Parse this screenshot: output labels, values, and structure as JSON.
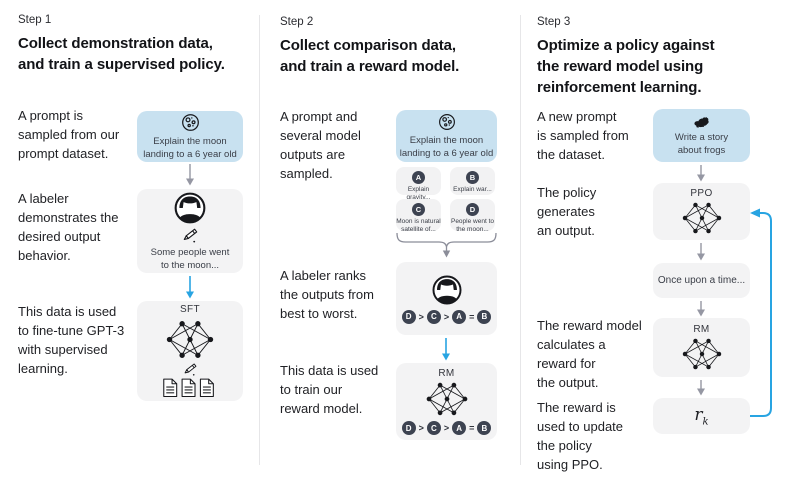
{
  "colors": {
    "prompt_box_bg": "#c8e1f0",
    "panel_bg": "#f3f3f4",
    "badge_bg": "#3d4351",
    "blue_arrow": "#28a4e2",
    "gray_arrow": "#9597a3",
    "text": "#1d1e23"
  },
  "icons": {
    "moon": "moon-icon",
    "frog": "frog-icon",
    "labeler": "labeler-icon",
    "pencil": "pencil-icon",
    "documents": "documents-icon",
    "network": "network-icon",
    "brace": "brace-down-icon",
    "gray_arrow": "arrow-down-icon",
    "blue_arrow": "arrow-down-blue-icon",
    "feedback": "feedback-loop-arrow-icon"
  },
  "columns": [
    {
      "step_label": "Step 1",
      "title": "Collect demonstration data,\nand train a supervised policy.",
      "captions": [
        "A prompt is\nsampled from our\nprompt dataset.",
        "A labeler\ndemonstrates the\ndesired output\nbehavior.",
        "This data is used\nto fine-tune GPT-3\nwith supervised\nlearning."
      ],
      "prompt_box": {
        "icon": "moon-icon",
        "text": "Explain the moon\nlanding to a 6 year old"
      },
      "labeler_box": {
        "icon": "labeler-icon",
        "text": "Some people went\nto the moon..."
      },
      "model_box": {
        "label": "SFT"
      }
    },
    {
      "step_label": "Step 2",
      "title": "Collect comparison data,\nand train a reward model.",
      "captions": [
        "A prompt and\nseveral model\noutputs are\nsampled.",
        "A labeler ranks\nthe outputs from\nbest to worst.",
        "This data is used\nto train our\nreward model."
      ],
      "prompt_box": {
        "icon": "moon-icon",
        "text": "Explain the moon\nlanding to a 6 year old"
      },
      "answers": [
        {
          "letter": "A",
          "text": "Explain gravity..."
        },
        {
          "letter": "B",
          "text": "Explain war..."
        },
        {
          "letter": "C",
          "text": "Moon is natural\nsatellite of..."
        },
        {
          "letter": "D",
          "text": "People went to\nthe moon..."
        }
      ],
      "ranking": [
        "D",
        ">",
        "C",
        ">",
        "A",
        "=",
        "B"
      ],
      "model_box": {
        "label": "RM"
      }
    },
    {
      "step_label": "Step 3",
      "title": "Optimize a policy against\nthe reward model using\nreinforcement learning.",
      "captions": [
        "A new prompt\nis sampled from\nthe dataset.",
        "The policy\ngenerates\nan output.",
        "The reward model\ncalculates a\nreward for\nthe output.",
        "The reward is\nused to update\nthe policy\nusing PPO."
      ],
      "prompt_box": {
        "icon": "frog-icon",
        "text": "Write a story\nabout frogs"
      },
      "policy_box": {
        "label": "PPO"
      },
      "output_box": {
        "text": "Once upon a time..."
      },
      "reward_model_box": {
        "label": "RM"
      },
      "reward_box": {
        "symbol": "r",
        "subscript": "k"
      }
    }
  ]
}
